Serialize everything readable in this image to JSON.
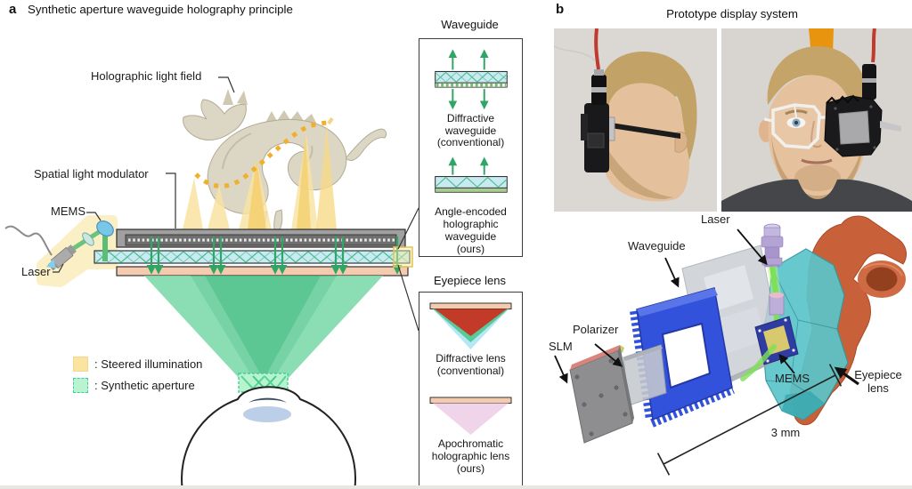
{
  "panel_a": {
    "label": "a",
    "title": "Synthetic aperture waveguide holography principle",
    "labels": {
      "holographic_light_field": "Holographic light field",
      "spatial_light_modulator": "Spatial light modulator",
      "mems": "MEMS",
      "laser": "Laser"
    },
    "legend": [
      {
        "label": ": Steered illumination",
        "swatch_color": "#FAE4A0"
      },
      {
        "label": ": Synthetic aperture",
        "swatch_color": "#B9F3CF",
        "swatch_border": "#3ECFA0"
      }
    ],
    "inset_waveguide": {
      "title": "Waveguide",
      "conventional_caption": "Diffractive\nwaveguide\n(conventional)",
      "ours_caption": "Angle-encoded\nholographic\nwaveguide\n(ours)"
    },
    "inset_eyepiece": {
      "title": "Eyepiece lens",
      "conventional_caption": "Diffractive lens\n(conventional)",
      "ours_caption": "Apochromatic\nholographic lens\n(ours)"
    }
  },
  "panel_b": {
    "label": "b",
    "title": "Prototype display system",
    "labels": {
      "laser": "Laser",
      "waveguide": "Waveguide",
      "polarizer": "Polarizer",
      "slm": "SLM",
      "mems": "MEMS",
      "eyepiece_lens": "Eyepiece\nlens",
      "dimension": "3 mm"
    }
  },
  "colors": {
    "steered_illumination_yellow": "#FAE4A0",
    "steered_illumination_deep": "#F4CF6E",
    "synthetic_aperture_green": "#B9F3CF",
    "illumination_cone_green": "#52C58C",
    "waveguide_blue": "#C9EAF3",
    "eyepiece_pink": "#F5CBAF",
    "slm_gray": "#9E9E9E",
    "ray_green": "#2FA566",
    "holder_blue": "#3352DC",
    "housing_teal": "#5BC5CA",
    "housing_orange": "#C8603A",
    "laser_lavender": "#B3A4D4",
    "beam_green": "#7FE055",
    "dragon_beige": "#DCD6C4"
  }
}
